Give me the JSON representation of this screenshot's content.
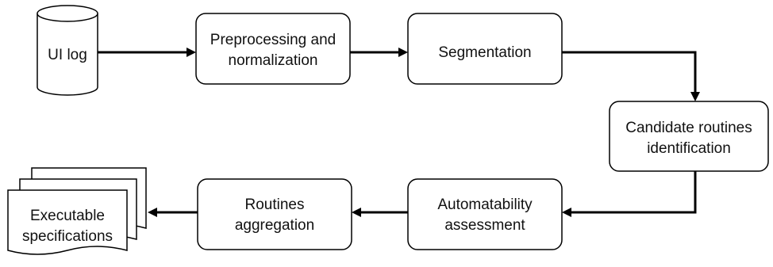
{
  "nodes": {
    "ui_log": {
      "label": "UI log"
    },
    "preprocessing": {
      "lines": [
        "Preprocessing and",
        "normalization"
      ]
    },
    "segmentation": {
      "label": "Segmentation"
    },
    "candidate": {
      "lines": [
        "Candidate routines",
        "identification"
      ]
    },
    "automatability": {
      "lines": [
        "Automatability",
        "assessment"
      ]
    },
    "aggregation": {
      "lines": [
        "Routines",
        "aggregation"
      ]
    },
    "executable": {
      "lines": [
        "Executable",
        "specifications"
      ]
    }
  }
}
